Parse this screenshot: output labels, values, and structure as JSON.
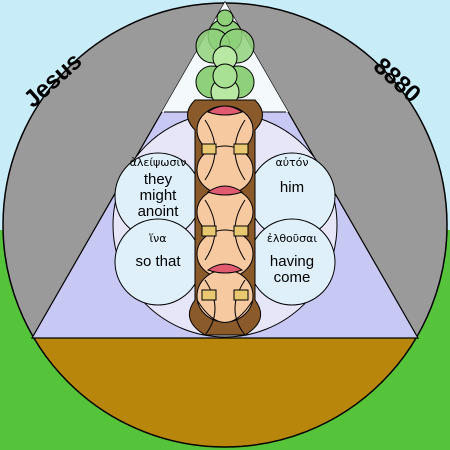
{
  "corner_labels": {
    "left": "Jesus",
    "right": "8880"
  },
  "circles": [
    {
      "greek": "ἀλείψωσιν",
      "english": [
        "they",
        "might",
        "anoint"
      ]
    },
    {
      "greek": "αὐτόν",
      "english": [
        "him"
      ]
    },
    {
      "greek": "ἵνα",
      "english": [
        "so that"
      ]
    },
    {
      "greek": "ἐλθοῦσαι",
      "english": [
        "having",
        "come"
      ]
    }
  ],
  "colors": {
    "sky": "#c8ecf8",
    "grass": "#56c43a",
    "ground": "#b8860b",
    "gray_ring": "#9a9a9a",
    "lavender": "#c8c8f4",
    "white_disc": "#ffffff",
    "pale_circle": "#e0f0fa",
    "green_seed": "#8fd17a",
    "peach": "#f6c9a0",
    "tan": "#c8a070",
    "brown": "#8a5a2a",
    "pink": "#e05a70"
  }
}
